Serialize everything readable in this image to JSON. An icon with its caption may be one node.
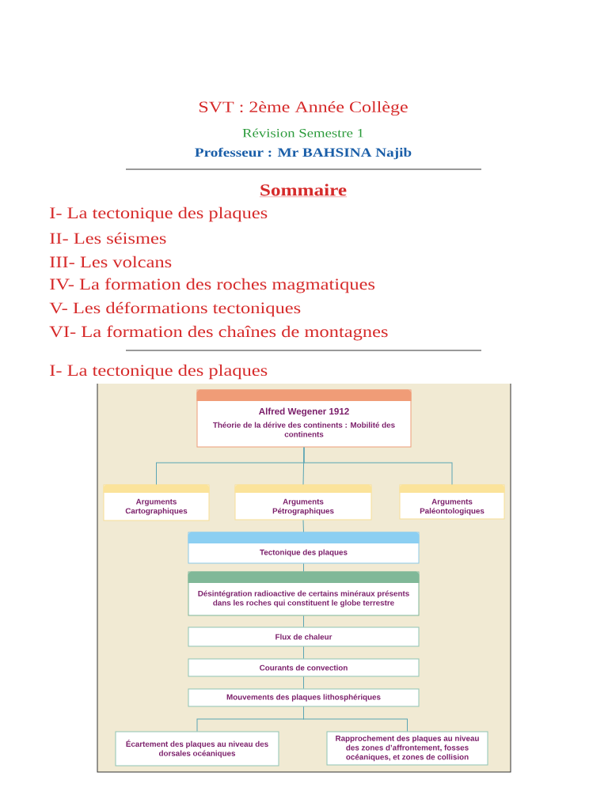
{
  "diagram": {
    "title": "SVT : 2ème Année Collège",
    "nodes": [
      {
        "text": [
          "Alfred Wegener 1912",
          "Théorie de la dérive des continents : Mobilité des continents"
        ]
      },
      {
        "text": [
          "Arguments Cartographiques"
        ]
      },
      {
        "text": [
          "Arguments Pétrographiques"
        ]
      },
      {
        "text": [
          "Arguments Paléontologiques"
        ]
      },
      {
        "text": [
          "Tectonique des plaques"
        ]
      },
      {
        "text": [
          "Désintégration radioactive de certains minéraux présents dans les roches qui constituent le globe terrestre"
        ]
      },
      {
        "text": [
          "Flux de chaleur"
        ]
      },
      {
        "text": [
          "Courants de convection"
        ]
      },
      {
        "text": [
          "Mouvements des plaques lithosphériques"
        ]
      },
      {
        "text": [
          "Écartement des plaques au niveau des dorsales océaniques"
        ]
      },
      {
        "text": [
          "Rapprochement des plaques au niveau des zones d’affrontement, fosses océaniques, et zones de collision"
        ]
      }
    ],
    "edges": [
      {
        "from": 0,
        "to": 1,
        "arrow": "none"
      },
      {
        "from": 0,
        "to": 2,
        "arrow": "none"
      },
      {
        "from": 0,
        "to": 3,
        "arrow": "none"
      },
      {
        "from": 2,
        "to": 4,
        "arrow": "none"
      },
      {
        "from": 4,
        "to": 5,
        "arrow": "none"
      },
      {
        "from": 5,
        "to": 6,
        "arrow": "none"
      },
      {
        "from": 6,
        "to": 7,
        "arrow": "none"
      },
      {
        "from": 7,
        "to": 8,
        "arrow": "none"
      },
      {
        "from": 8,
        "to": 9,
        "arrow": "none"
      },
      {
        "from": 8,
        "to": 10,
        "arrow": "none"
      }
    ],
    "labels": [
      "Révision Semestre 1",
      "Professeur : Mr BAHSINA Najib",
      "Sommaire",
      "I- La tectonique des plaques",
      "II- Les séismes",
      "III- Les volcans",
      "IV- La formation des roches magmatiques",
      "V- Les déformations tectoniques",
      "VI- La formation des chaînes de montagnes",
      "I- La tectonique des plaques"
    ]
  }
}
